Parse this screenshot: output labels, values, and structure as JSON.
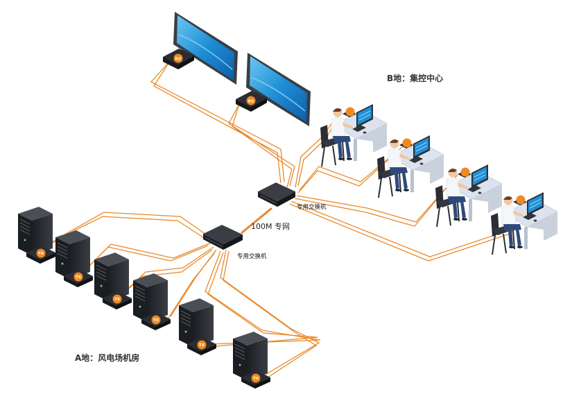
{
  "labels": {
    "site_b": "B地：集控中心",
    "site_a": "A地：风电场机房",
    "switch_upper": "专用交换机",
    "switch_lower": "专用交换机",
    "link": "100M 专网"
  },
  "badges": {
    "receiver": "RX",
    "transmitter": "TX"
  },
  "colors": {
    "cable": "#e8892b",
    "badge": "#ef8a22",
    "screen": "#1f8fd6",
    "desk": "#dde3ee"
  }
}
